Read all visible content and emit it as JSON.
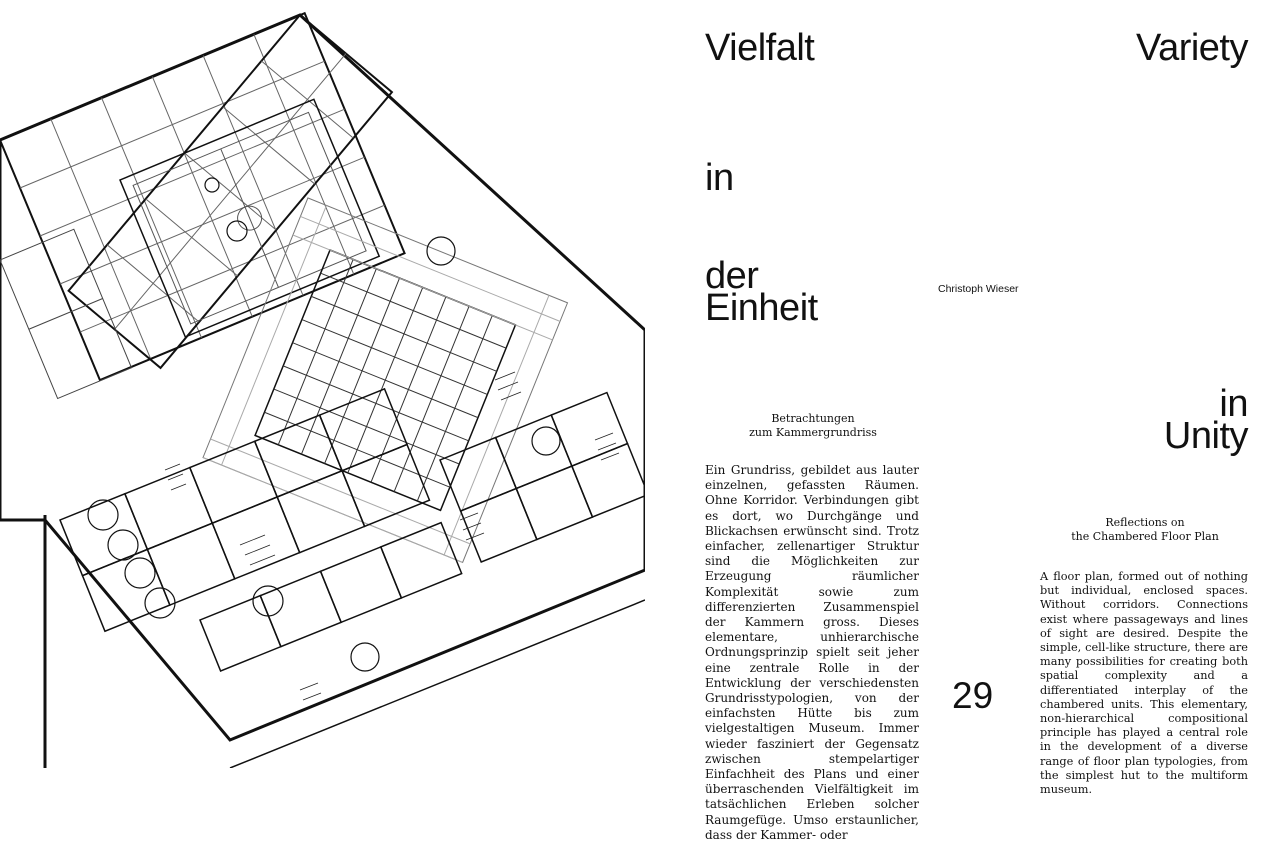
{
  "title_de": {
    "word1": "Vielfalt",
    "word2": "in",
    "word3": "der",
    "word4": "Einheit"
  },
  "title_en": {
    "word1": "Variety",
    "word2": "in",
    "word3": "Unity"
  },
  "author": "Christoph Wieser",
  "subtitle_de": [
    "Betrachtungen",
    "zum Kammergrundriss"
  ],
  "subtitle_en": [
    "Reflections on",
    "the Chambered Floor Plan"
  ],
  "body_de": "Ein Grundriss, gebildet aus lauter einzelnen, gefassten Räumen. Ohne Korridor. Verbindungen gibt es dort, wo Durchgänge und Blickachsen erwünscht sind. Trotz einfacher, zellenartiger Struktur sind die Möglichkeiten zur Erzeugung räumlicher Komplexität sowie zum differenzierten Zusammenspiel der Kammern gross. Dieses elementare, unhierarchische Ordnungsprinzip spielt seit jeher eine zentrale Rolle in der Entwicklung der verschiedensten Grundrisstypologien, von der einfachsten Hütte bis zum vielgestaltigen Museum. Immer wieder fasziniert der Gegensatz zwischen stempelartiger Einfachheit des Plans und einer überraschenden Vielfältigkeit im tatsächlichen Erleben solcher Raumgefüge. Umso erstaunlicher, dass der Kammer- oder",
  "body_en": "A floor plan, formed out of nothing but individual, enclosed spaces. Without corridors. Connections exist where passageways and lines of sight are desired. Despite the simple, cell-like structure, there are many possibilities for creating both spatial complexity and a differentiated interplay of the chambered units. This elementary, non-hierarchical compositional principle has played a central role in the development of a diverse range of floor plan typologies, from the simplest hut to the multiform museum.",
  "page_number": "29",
  "colors": {
    "ink": "#111111",
    "paper": "#ffffff"
  }
}
